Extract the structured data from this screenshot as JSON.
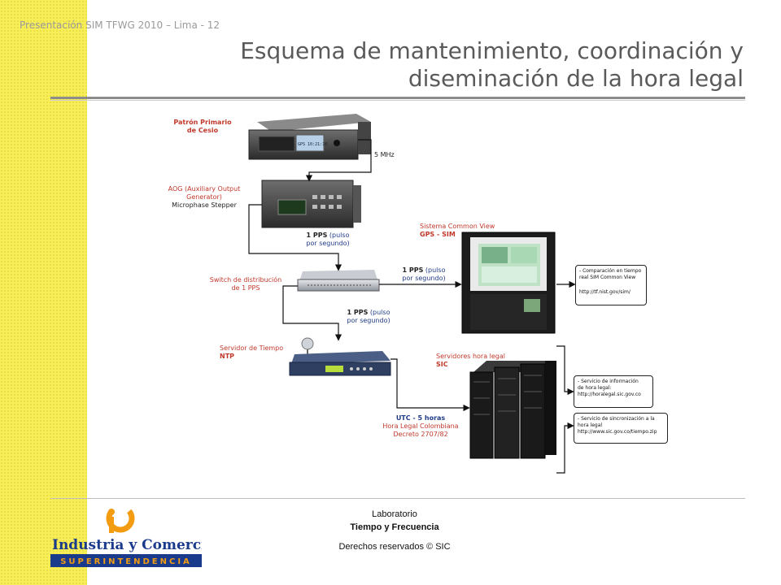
{
  "header": {
    "note": "Presentación SIM TFWG 2010 – Lima - 12",
    "title": "Esquema de mantenimiento, coordinación y diseminación de la hora legal"
  },
  "diagram": {
    "cesium": {
      "line1": "Patrón Primario",
      "line2": "de Cesio",
      "display": "GPS 10:21:10"
    },
    "mhz": "5 MHz",
    "aog": {
      "line1": "AOG (Auxiliary Output",
      "line2": "Generator)",
      "line3": "Microphase Stepper"
    },
    "pps1": {
      "bold": "1 PPS",
      "rest": "(pulso",
      "line2": "por segundo)"
    },
    "switch": {
      "line1": "Switch de distribución",
      "line2": "de 1 PPS"
    },
    "pps2": {
      "bold": "1 PPS",
      "rest": "(pulso",
      "line2": "por segundo)"
    },
    "pps3": {
      "bold": "1 PPS",
      "rest": "(pulso",
      "line2": "por segundo)"
    },
    "common_view": {
      "line1": "Sistema Common View",
      "line2": "GPS - SIM"
    },
    "ntp": {
      "line1": "Servidor de Tiempo",
      "line2": "NTP"
    },
    "sic": {
      "line1": "Servidores hora legal",
      "line2": "SIC"
    },
    "utc": {
      "line1": "UTC - 5 horas",
      "line2": "Hora Legal Colombiana",
      "line3": "Decreto 2707/82"
    },
    "box_common": {
      "line1": "- Comparación en tiempo",
      "line2": "real SIM Common View",
      "line3": "http://tf.nist.gov/sim/"
    },
    "box_info": {
      "line1": "- Servicio de información",
      "line2": "de hora legal:",
      "line3": "http://horalegal.sic.gov.co"
    },
    "box_sync": {
      "line1": "- Servicio de sincronización a la",
      "line2": "hora legal",
      "line3": "http://www.sic.gov.co/tiempo.zip"
    }
  },
  "footer": {
    "lab": "Laboratorio",
    "lab_name": "Tiempo y Frecuencia",
    "rights": "Derechos reservados © SIC",
    "logo_line1": "Industria y Comercio",
    "logo_line2": "SUPERINTENDENCIA"
  },
  "colors": {
    "label_red": "#c0392b",
    "label_blue": "#1f3c88",
    "logo_blue": "#1a3a8c",
    "logo_orange": "#f39c12"
  }
}
